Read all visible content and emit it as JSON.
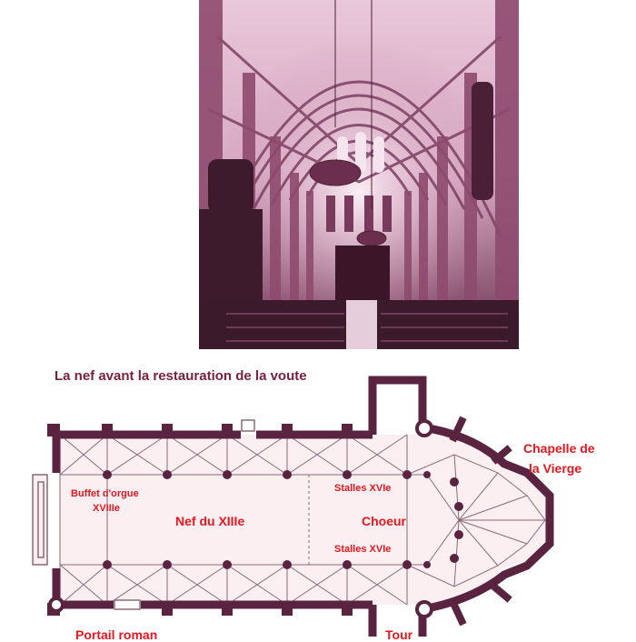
{
  "caption": "La nef avant la restauration de la voute",
  "labels": {
    "buffet_line1": "Buffet d'orgue",
    "buffet_line2": "XVIIIe",
    "nef": "Nef du XIIIe",
    "stalles_top": "Stalles XVIe",
    "choeur": "Choeur",
    "stalles_bottom": "Stalles XVIe",
    "chapelle_line1": "Chapelle de",
    "chapelle_line2": "la Vierge",
    "portail": "Portail roman",
    "tour": "Tour"
  },
  "colors": {
    "wall": "#5a2340",
    "rib": "#8a6a7a",
    "floor": "#fbeff2",
    "label": "#e8161e",
    "caption": "#7a1f3d"
  }
}
